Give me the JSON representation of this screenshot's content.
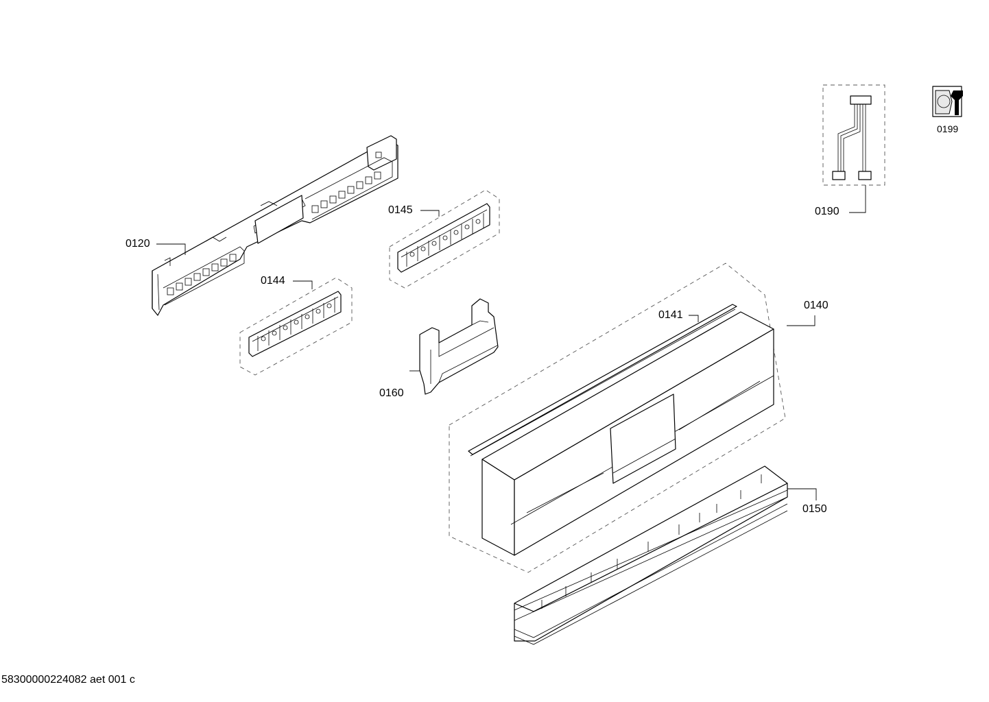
{
  "parts": [
    {
      "id": "p0120",
      "number": "0120"
    },
    {
      "id": "p0144",
      "number": "0144"
    },
    {
      "id": "p0145",
      "number": "0145"
    },
    {
      "id": "p0160",
      "number": "0160"
    },
    {
      "id": "p0141",
      "number": "0141"
    },
    {
      "id": "p0140",
      "number": "0140"
    },
    {
      "id": "p0150",
      "number": "0150"
    },
    {
      "id": "p0190",
      "number": "0190"
    },
    {
      "id": "p0199",
      "number": "0199"
    }
  ],
  "footer": {
    "document_code": "58300000224082 aet 001 c"
  }
}
